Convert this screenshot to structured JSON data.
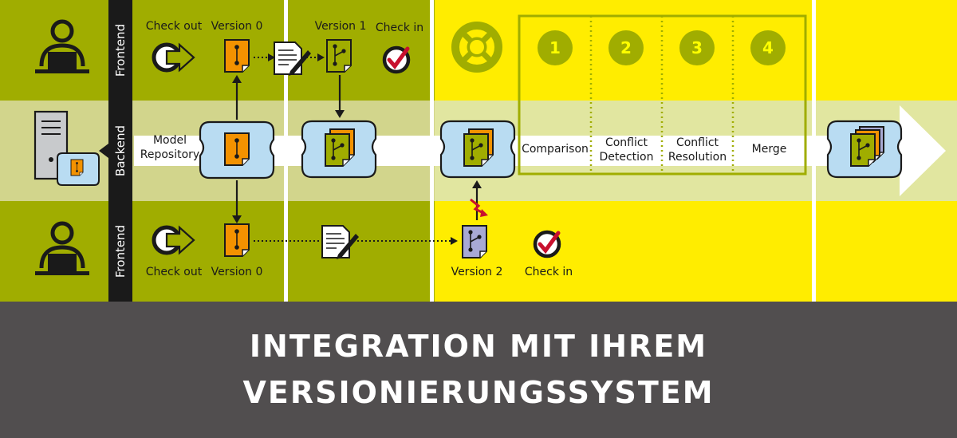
{
  "lanes": {
    "frontend_top": "Frontend",
    "backend": "Backend",
    "frontend_bottom": "Frontend"
  },
  "top_lane": {
    "check_out": "Check out",
    "version0": "Version 0",
    "version1": "Version 1",
    "check_in": "Check in"
  },
  "backend_row": {
    "model_repository": "Model\nRepository",
    "comparison": "Comparison",
    "conflict_detection": "Conflict\nDetection",
    "conflict_resolution": "Conflict\nResolution",
    "merge": "Merge"
  },
  "bottom_lane": {
    "check_out": "Check out",
    "version0": "Version 0",
    "version2": "Version 2",
    "check_in": "Check in"
  },
  "steps": [
    "1",
    "2",
    "3",
    "4"
  ],
  "banner": {
    "line1": "INTEGRATION MIT IHREM",
    "line2": "VERSIONIERUNGSSYSTEM"
  },
  "colors": {
    "olive": "#a0ad00",
    "yellow": "#ffed00",
    "band": "#d2d58c",
    "dark": "#1a1a1a",
    "banner": "#514e4f",
    "repo_blue": "#b9dcf2",
    "orange_doc": "#f39200",
    "green_doc": "#a0ad00",
    "purple_doc": "#a8a9d4",
    "red_check": "#c8102e"
  },
  "icons": [
    "user-at-laptop-icon",
    "server-icon",
    "check-out-arrow-icon",
    "edit-document-icon",
    "check-in-mark-icon",
    "lifebuoy-icon",
    "conflict-lightning-icon",
    "repository-icon",
    "model-document-icon"
  ]
}
